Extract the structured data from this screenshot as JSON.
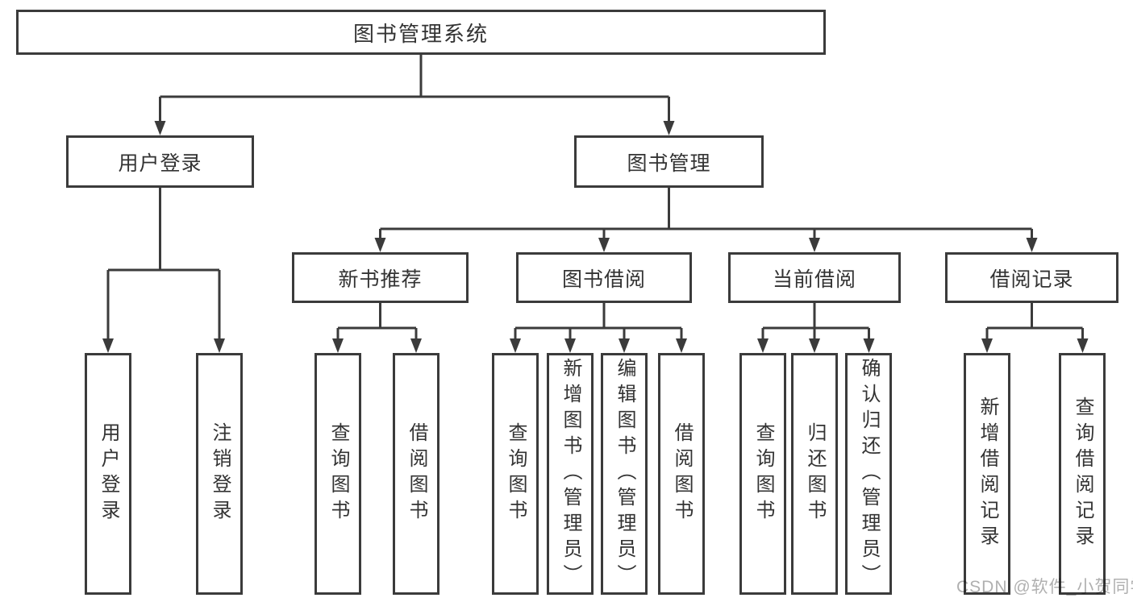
{
  "page": {
    "background": "#ffffff",
    "type": "hierarchy-diagram"
  },
  "colors": {
    "line": "#3b3b3b",
    "box_border": "#3b3b3b",
    "box_fill": "#ffffff",
    "label_text": "#333333",
    "watermark_text": "#b0b0b0"
  },
  "hierarchy": {
    "root": {
      "label": "图书管理系统"
    },
    "branches": [
      {
        "label": "用户登录",
        "children": [
          {
            "label": "用户登录"
          },
          {
            "label": "注销登录"
          }
        ]
      },
      {
        "label": "图书管理",
        "children": [
          {
            "label": "新书推荐",
            "children": [
              {
                "label": "查询图书"
              },
              {
                "label": "借阅图书"
              }
            ]
          },
          {
            "label": "图书借阅",
            "children": [
              {
                "label": "查询图书"
              },
              {
                "label": "新增图书（管理员）"
              },
              {
                "label": "编辑图书（管理员）"
              },
              {
                "label": "借阅图书"
              }
            ]
          },
          {
            "label": "当前借阅",
            "children": [
              {
                "label": "查询图书"
              },
              {
                "label": "归还图书"
              },
              {
                "label": "确认归还（管理员）"
              }
            ]
          },
          {
            "label": "借阅记录",
            "children": [
              {
                "label": "新增借阅记录"
              },
              {
                "label": "查询借阅记录"
              }
            ]
          }
        ]
      }
    ]
  },
  "watermark": {
    "text": "CSDN @软件_小贺同学"
  }
}
